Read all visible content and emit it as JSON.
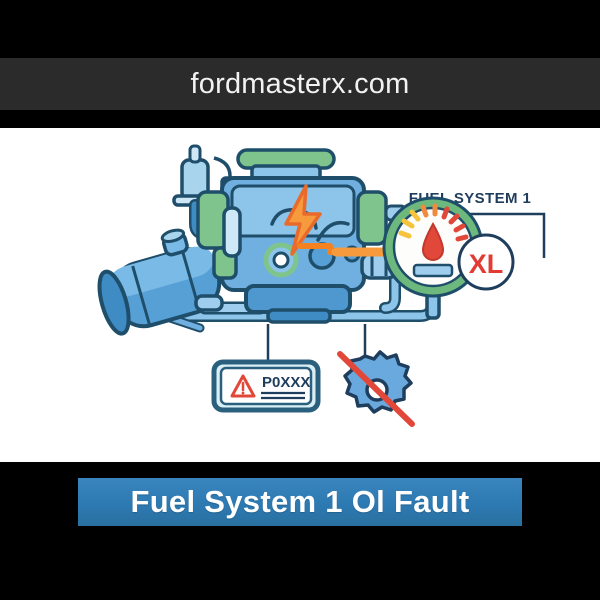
{
  "header": {
    "site_name": "fordmasterx.com",
    "band_color": "#2b2b2b",
    "text_color": "#f2f2f2"
  },
  "illustration": {
    "panel_background": "#ffffff",
    "diagram_title": "FUEL SYSTEM 1",
    "gauge": {
      "badge_label": "XL",
      "badge_text_color": "#e23b34",
      "ring_color": "#6cb87d",
      "needle_color": "#e2483a",
      "arc_colors": [
        "#f5c33c",
        "#f08a3c",
        "#e2483a"
      ]
    },
    "fault_code": {
      "code": "P0XXX",
      "warning_icon": "warning-triangle-icon",
      "box_border_color": "#2b5f7e",
      "box_fill_color": "#d9eef5"
    },
    "icons": {
      "gear": "gear-icon",
      "gear_strike": "red-strike-line",
      "gear_color": "#6aa9dd",
      "strike_color": "#e2483a",
      "bolt": "lightning-bolt-icon",
      "bolt_color": "#f08a3c"
    },
    "engine": {
      "body_color": "#5e9fd4",
      "accent_color": "#7fc48c",
      "outline_color": "#1f4e6b",
      "tank_color": "#4a93cf",
      "sensor_color": "#a9d4ee"
    }
  },
  "footer": {
    "title": "Fuel System 1 Ol Fault",
    "banner_color": "#2d79b2",
    "text_color": "#ffffff"
  }
}
